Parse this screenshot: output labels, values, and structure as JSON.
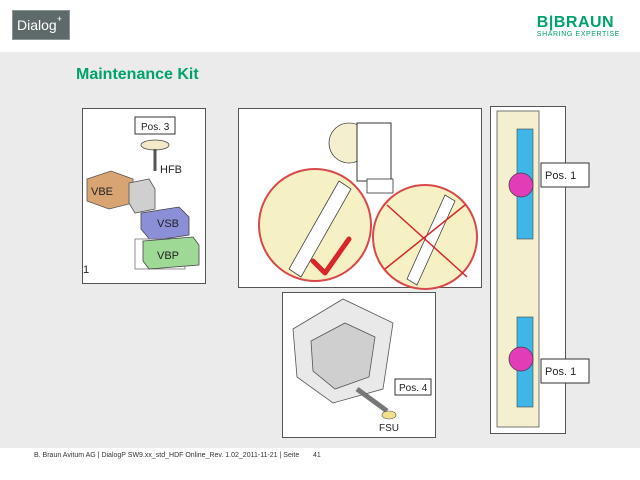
{
  "header": {
    "app_logo_text": "Dialog",
    "app_logo_sup": "+",
    "brand_name": "B|BRAUN",
    "brand_tagline": "SHARING EXPERTISE"
  },
  "slide": {
    "title": "Maintenance Kit"
  },
  "panels": {
    "left": {
      "pos_label": "Pos. 3",
      "hfb": "HFB",
      "vbe": "VBE",
      "vsb": "VSB",
      "vbp": "VBP",
      "edge": "1"
    },
    "right": {
      "pos_top": "Pos. 1",
      "pos_bottom": "Pos. 1"
    },
    "bottom": {
      "pos_label": "Pos. 4",
      "fsu": "FSU"
    }
  },
  "footer": {
    "text": "B. Braun Avitum AG | DialogP SW9.xx_std_HDF Online_Rev. 1.02_2011-11-21 | Seite",
    "page": "41"
  }
}
